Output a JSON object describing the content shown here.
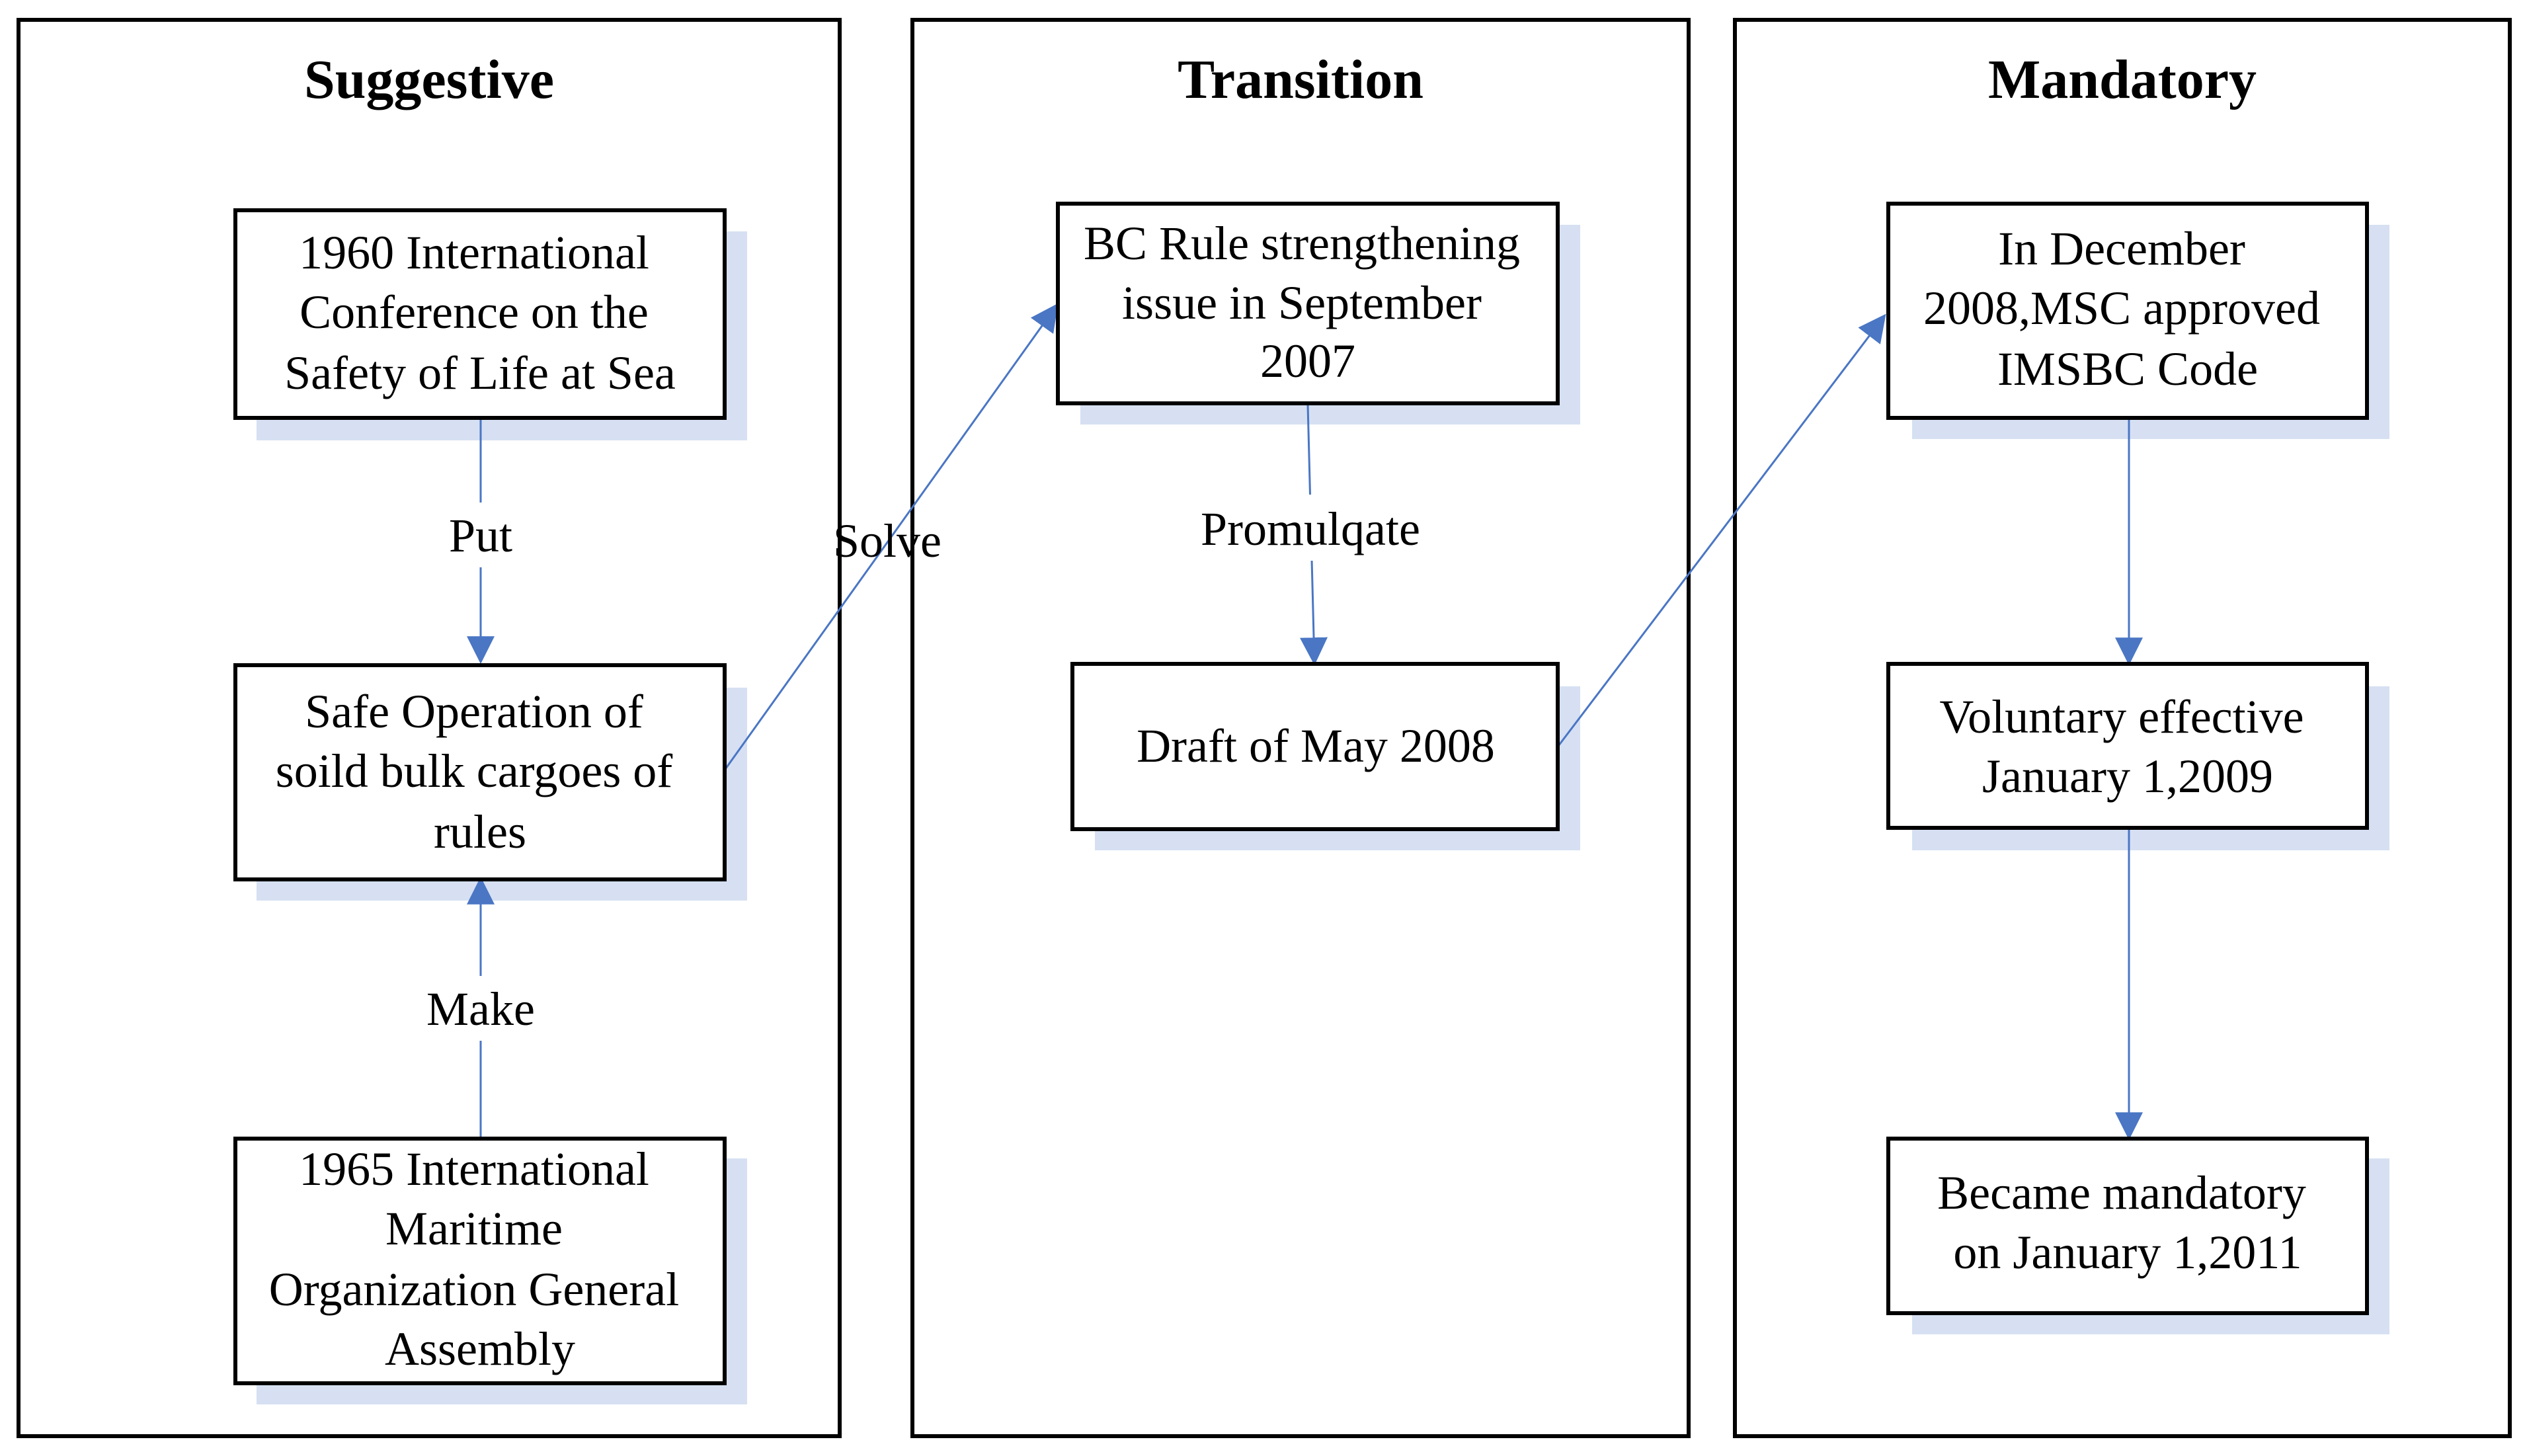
{
  "columns": {
    "suggestive": "Suggestive",
    "transition": "Transition",
    "mandatory": "Mandatory"
  },
  "boxes": {
    "conf1960": [
      "1960 International",
      "Conference on the",
      "Safety of Life at Sea"
    ],
    "safe_operation": [
      "Safe Operation of",
      "soild bulk cargoes of",
      "rules"
    ],
    "imo1965": [
      "1965 International",
      "Maritime",
      "Organization General",
      "Assembly"
    ],
    "bc_rule": [
      "BC Rule strengthening",
      "issue in September",
      "2007"
    ],
    "draft2008": [
      "Draft of May 2008"
    ],
    "msc2008": [
      "In December",
      "2008,MSC approved",
      "IMSBC Code"
    ],
    "voluntary2009": [
      "Voluntary effective",
      "January 1,2009"
    ],
    "mandatory2011": [
      "Became mandatory",
      "on January 1,2011"
    ]
  },
  "edge_labels": {
    "put": "Put",
    "make": "Make",
    "solve": "Solve",
    "promulgate": "Promulqate"
  },
  "colors": {
    "arrow": "#4a76c4",
    "shadow": "#d6e0f2",
    "border": "#000000"
  }
}
